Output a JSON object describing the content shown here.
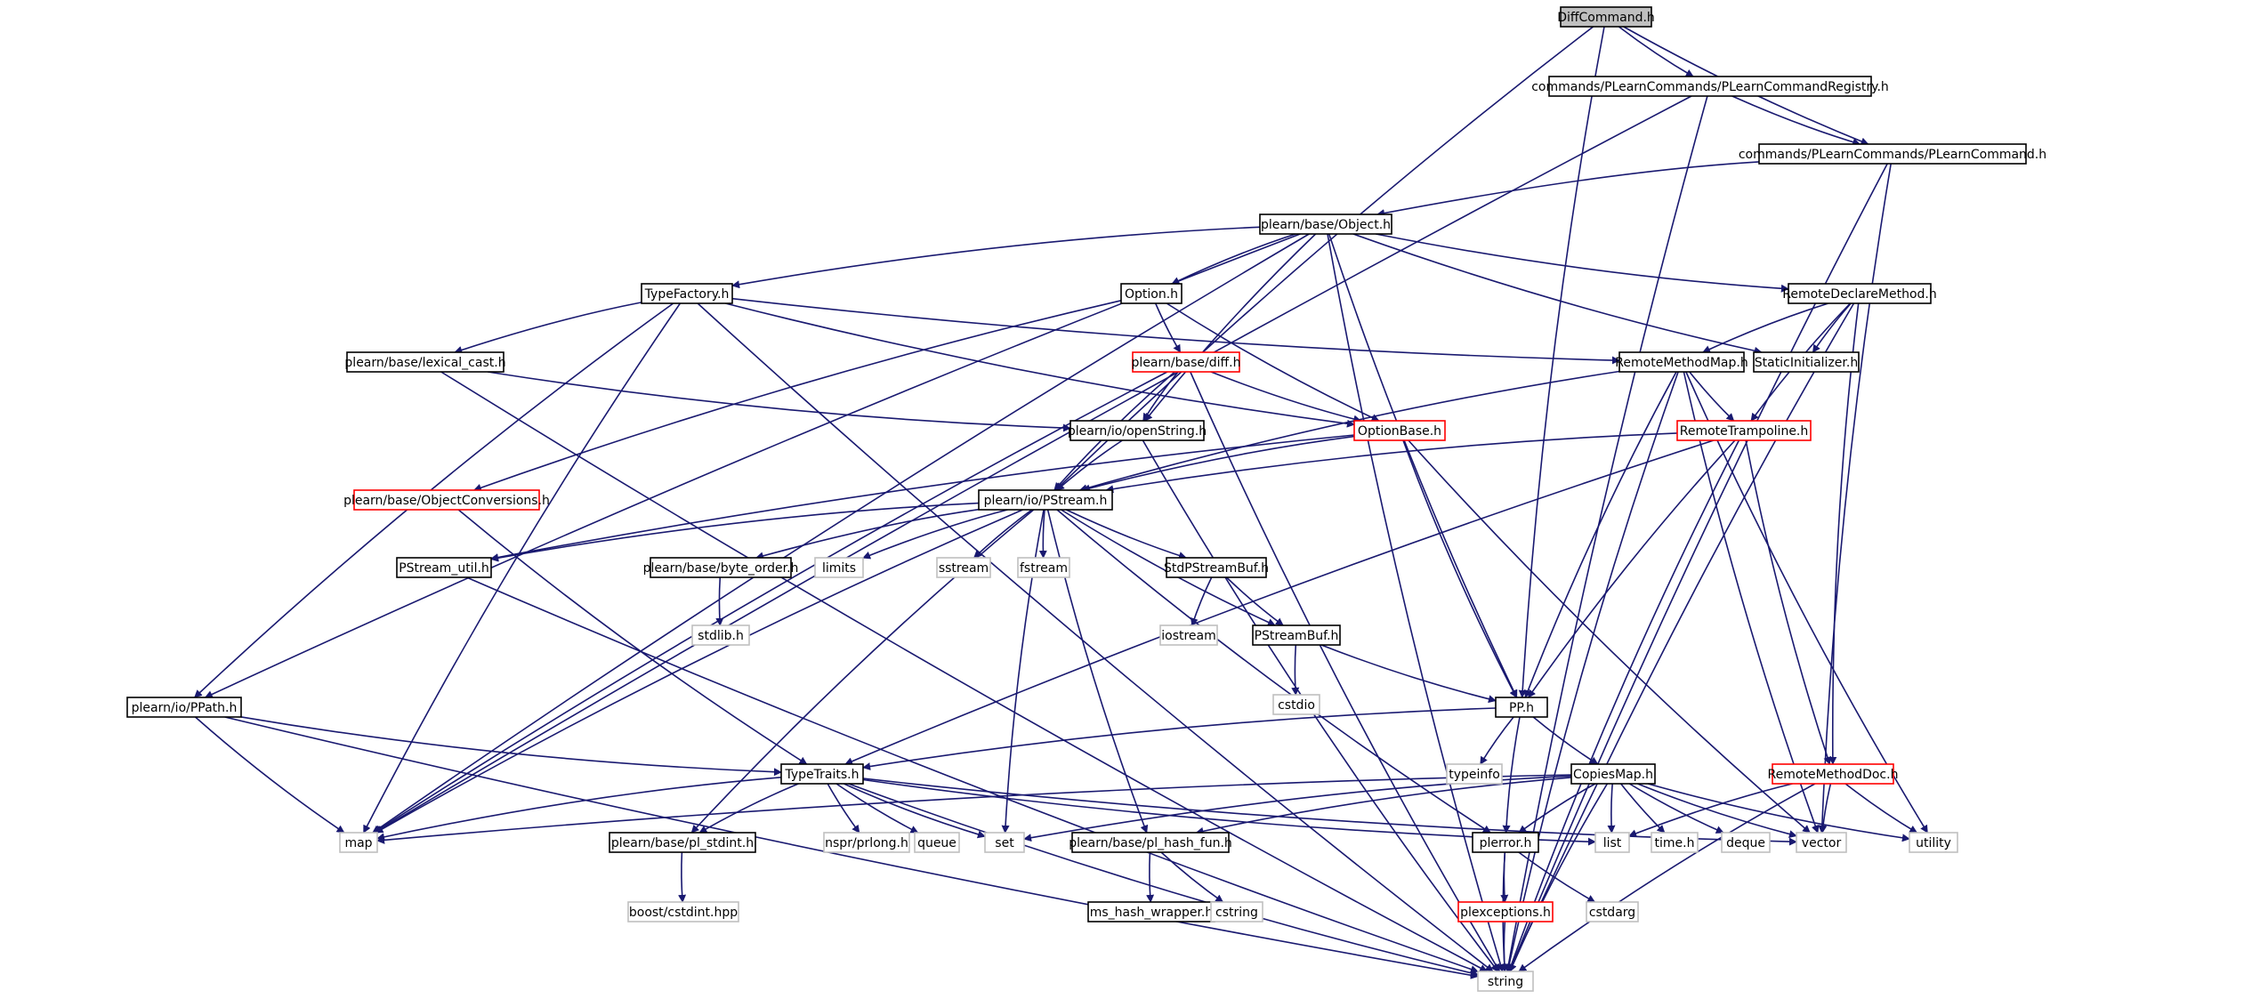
{
  "diagram": {
    "title": "",
    "nodes": [
      {
        "id": "diffcommand",
        "label": "DiffCommand.h",
        "kind": "root"
      },
      {
        "id": "registry",
        "label": "commands/PLearnCommands/PLearnCommandRegistry.h",
        "kind": "black"
      },
      {
        "id": "plcommand",
        "label": "commands/PLearnCommands/PLearnCommand.h",
        "kind": "black"
      },
      {
        "id": "object",
        "label": "plearn/base/Object.h",
        "kind": "black"
      },
      {
        "id": "typefactory",
        "label": "TypeFactory.h",
        "kind": "black"
      },
      {
        "id": "option",
        "label": "Option.h",
        "kind": "black"
      },
      {
        "id": "rdm",
        "label": "RemoteDeclareMethod.h",
        "kind": "black"
      },
      {
        "id": "lexical",
        "label": "plearn/base/lexical_cast.h",
        "kind": "black"
      },
      {
        "id": "diff",
        "label": "plearn/base/diff.h",
        "kind": "red"
      },
      {
        "id": "rmm",
        "label": "RemoteMethodMap.h",
        "kind": "black"
      },
      {
        "id": "staticinit",
        "label": "StaticInitializer.h",
        "kind": "black"
      },
      {
        "id": "openstring",
        "label": "plearn/io/openString.h",
        "kind": "black"
      },
      {
        "id": "optionbase",
        "label": "OptionBase.h",
        "kind": "red"
      },
      {
        "id": "trampoline",
        "label": "RemoteTrampoline.h",
        "kind": "red"
      },
      {
        "id": "objconv",
        "label": "plearn/base/ObjectConversions.h",
        "kind": "red"
      },
      {
        "id": "pstream",
        "label": "plearn/io/PStream.h",
        "kind": "black"
      },
      {
        "id": "pstreamutil",
        "label": "PStream_util.h",
        "kind": "black"
      },
      {
        "id": "byteorder",
        "label": "plearn/base/byte_order.h",
        "kind": "black"
      },
      {
        "id": "limits",
        "label": "limits",
        "kind": "gray"
      },
      {
        "id": "sstream",
        "label": "sstream",
        "kind": "gray"
      },
      {
        "id": "fstream",
        "label": "fstream",
        "kind": "gray"
      },
      {
        "id": "stdpsbuf",
        "label": "StdPStreamBuf.h",
        "kind": "black"
      },
      {
        "id": "stdlib",
        "label": "stdlib.h",
        "kind": "gray"
      },
      {
        "id": "iostream",
        "label": "iostream",
        "kind": "gray"
      },
      {
        "id": "psbuf",
        "label": "PStreamBuf.h",
        "kind": "black"
      },
      {
        "id": "cstdio",
        "label": "cstdio",
        "kind": "gray"
      },
      {
        "id": "pp",
        "label": "PP.h",
        "kind": "black"
      },
      {
        "id": "ppath",
        "label": "plearn/io/PPath.h",
        "kind": "black"
      },
      {
        "id": "typetraits",
        "label": "TypeTraits.h",
        "kind": "black"
      },
      {
        "id": "typeinfo",
        "label": "typeinfo",
        "kind": "gray"
      },
      {
        "id": "copiesmap",
        "label": "CopiesMap.h",
        "kind": "black"
      },
      {
        "id": "rmdoc",
        "label": "RemoteMethodDoc.h",
        "kind": "red"
      },
      {
        "id": "map",
        "label": "map",
        "kind": "gray"
      },
      {
        "id": "stdint",
        "label": "plearn/base/pl_stdint.h",
        "kind": "black"
      },
      {
        "id": "prlong",
        "label": "nspr/prlong.h",
        "kind": "gray"
      },
      {
        "id": "queue",
        "label": "queue",
        "kind": "gray"
      },
      {
        "id": "set",
        "label": "set",
        "kind": "gray"
      },
      {
        "id": "hashfun",
        "label": "plearn/base/pl_hash_fun.h",
        "kind": "black"
      },
      {
        "id": "plerror",
        "label": "plerror.h",
        "kind": "black"
      },
      {
        "id": "list",
        "label": "list",
        "kind": "gray"
      },
      {
        "id": "timeh",
        "label": "time.h",
        "kind": "gray"
      },
      {
        "id": "deque",
        "label": "deque",
        "kind": "gray"
      },
      {
        "id": "vector",
        "label": "vector",
        "kind": "gray"
      },
      {
        "id": "utility",
        "label": "utility",
        "kind": "gray"
      },
      {
        "id": "boostint",
        "label": "boost/cstdint.hpp",
        "kind": "gray"
      },
      {
        "id": "mshash",
        "label": "ms_hash_wrapper.h",
        "kind": "black"
      },
      {
        "id": "cstring",
        "label": "cstring",
        "kind": "gray"
      },
      {
        "id": "plexceptions",
        "label": "plexceptions.h",
        "kind": "red"
      },
      {
        "id": "cstdarg",
        "label": "cstdarg",
        "kind": "gray"
      },
      {
        "id": "string",
        "label": "string",
        "kind": "gray"
      }
    ],
    "edges": [
      [
        "diffcommand",
        "registry"
      ],
      [
        "diffcommand",
        "plcommand"
      ],
      [
        "diffcommand",
        "pp"
      ],
      [
        "diffcommand",
        "pstream"
      ],
      [
        "registry",
        "plcommand"
      ],
      [
        "registry",
        "map"
      ],
      [
        "registry",
        "string"
      ],
      [
        "plcommand",
        "object"
      ],
      [
        "plcommand",
        "vector"
      ],
      [
        "plcommand",
        "string"
      ],
      [
        "object",
        "typefactory"
      ],
      [
        "object",
        "option"
      ],
      [
        "object",
        "rdm"
      ],
      [
        "object",
        "openstring"
      ],
      [
        "object",
        "staticinit"
      ],
      [
        "object",
        "pp"
      ],
      [
        "object",
        "ppath"
      ],
      [
        "object",
        "map"
      ],
      [
        "object",
        "string"
      ],
      [
        "typefactory",
        "lexical"
      ],
      [
        "typefactory",
        "rmm"
      ],
      [
        "typefactory",
        "optionbase"
      ],
      [
        "typefactory",
        "ppath"
      ],
      [
        "typefactory",
        "map"
      ],
      [
        "typefactory",
        "string"
      ],
      [
        "option",
        "diff"
      ],
      [
        "option",
        "optionbase"
      ],
      [
        "option",
        "objconv"
      ],
      [
        "rdm",
        "rmm"
      ],
      [
        "rdm",
        "staticinit"
      ],
      [
        "rdm",
        "trampoline"
      ],
      [
        "rdm",
        "rmdoc"
      ],
      [
        "rdm",
        "string"
      ],
      [
        "lexical",
        "openstring"
      ],
      [
        "lexical",
        "string"
      ],
      [
        "diff",
        "openstring"
      ],
      [
        "diff",
        "optionbase"
      ],
      [
        "diff",
        "pstream"
      ],
      [
        "diff",
        "map"
      ],
      [
        "diff",
        "string"
      ],
      [
        "rmm",
        "trampoline"
      ],
      [
        "rmm",
        "pp"
      ],
      [
        "rmm",
        "vector"
      ],
      [
        "rmm",
        "utility"
      ],
      [
        "rmm",
        "string"
      ],
      [
        "rmm",
        "pstream"
      ],
      [
        "openstring",
        "pstream"
      ],
      [
        "openstring",
        "string"
      ],
      [
        "optionbase",
        "pstream"
      ],
      [
        "optionbase",
        "pp"
      ],
      [
        "optionbase",
        "pstreamutil"
      ],
      [
        "optionbase",
        "vector"
      ],
      [
        "trampoline",
        "pstream"
      ],
      [
        "trampoline",
        "pp"
      ],
      [
        "trampoline",
        "rmdoc"
      ],
      [
        "trampoline",
        "typetraits"
      ],
      [
        "trampoline",
        "string"
      ],
      [
        "objconv",
        "typetraits"
      ],
      [
        "pstream",
        "pstreamutil"
      ],
      [
        "pstream",
        "byteorder"
      ],
      [
        "pstream",
        "limits"
      ],
      [
        "pstream",
        "sstream"
      ],
      [
        "pstream",
        "fstream"
      ],
      [
        "pstream",
        "stdpsbuf"
      ],
      [
        "pstream",
        "psbuf"
      ],
      [
        "pstream",
        "stdint"
      ],
      [
        "pstream",
        "hashfun"
      ],
      [
        "pstream",
        "plerror"
      ],
      [
        "pstream",
        "map"
      ],
      [
        "pstream",
        "set"
      ],
      [
        "pstreamutil",
        "string"
      ],
      [
        "byteorder",
        "stdlib"
      ],
      [
        "stdpsbuf",
        "iostream"
      ],
      [
        "stdpsbuf",
        "psbuf"
      ],
      [
        "psbuf",
        "cstdio"
      ],
      [
        "psbuf",
        "pp"
      ],
      [
        "pp",
        "typetraits"
      ],
      [
        "pp",
        "typeinfo"
      ],
      [
        "pp",
        "copiesmap"
      ],
      [
        "pp",
        "plerror"
      ],
      [
        "ppath",
        "typetraits"
      ],
      [
        "ppath",
        "map"
      ],
      [
        "ppath",
        "string"
      ],
      [
        "typetraits",
        "map"
      ],
      [
        "typetraits",
        "stdint"
      ],
      [
        "typetraits",
        "prlong"
      ],
      [
        "typetraits",
        "queue"
      ],
      [
        "typetraits",
        "set"
      ],
      [
        "typetraits",
        "list"
      ],
      [
        "typetraits",
        "vector"
      ],
      [
        "typetraits",
        "string"
      ],
      [
        "copiesmap",
        "map"
      ],
      [
        "copiesmap",
        "set"
      ],
      [
        "copiesmap",
        "hashfun"
      ],
      [
        "copiesmap",
        "plerror"
      ],
      [
        "copiesmap",
        "list"
      ],
      [
        "copiesmap",
        "timeh"
      ],
      [
        "copiesmap",
        "deque"
      ],
      [
        "copiesmap",
        "vector"
      ],
      [
        "copiesmap",
        "utility"
      ],
      [
        "copiesmap",
        "string"
      ],
      [
        "rmdoc",
        "list"
      ],
      [
        "rmdoc",
        "vector"
      ],
      [
        "rmdoc",
        "utility"
      ],
      [
        "rmdoc",
        "string"
      ],
      [
        "stdint",
        "boostint"
      ],
      [
        "hashfun",
        "mshash"
      ],
      [
        "hashfun",
        "cstring"
      ],
      [
        "plerror",
        "plexceptions"
      ],
      [
        "plerror",
        "cstdarg"
      ],
      [
        "plerror",
        "string"
      ],
      [
        "plexceptions",
        "string"
      ]
    ]
  }
}
